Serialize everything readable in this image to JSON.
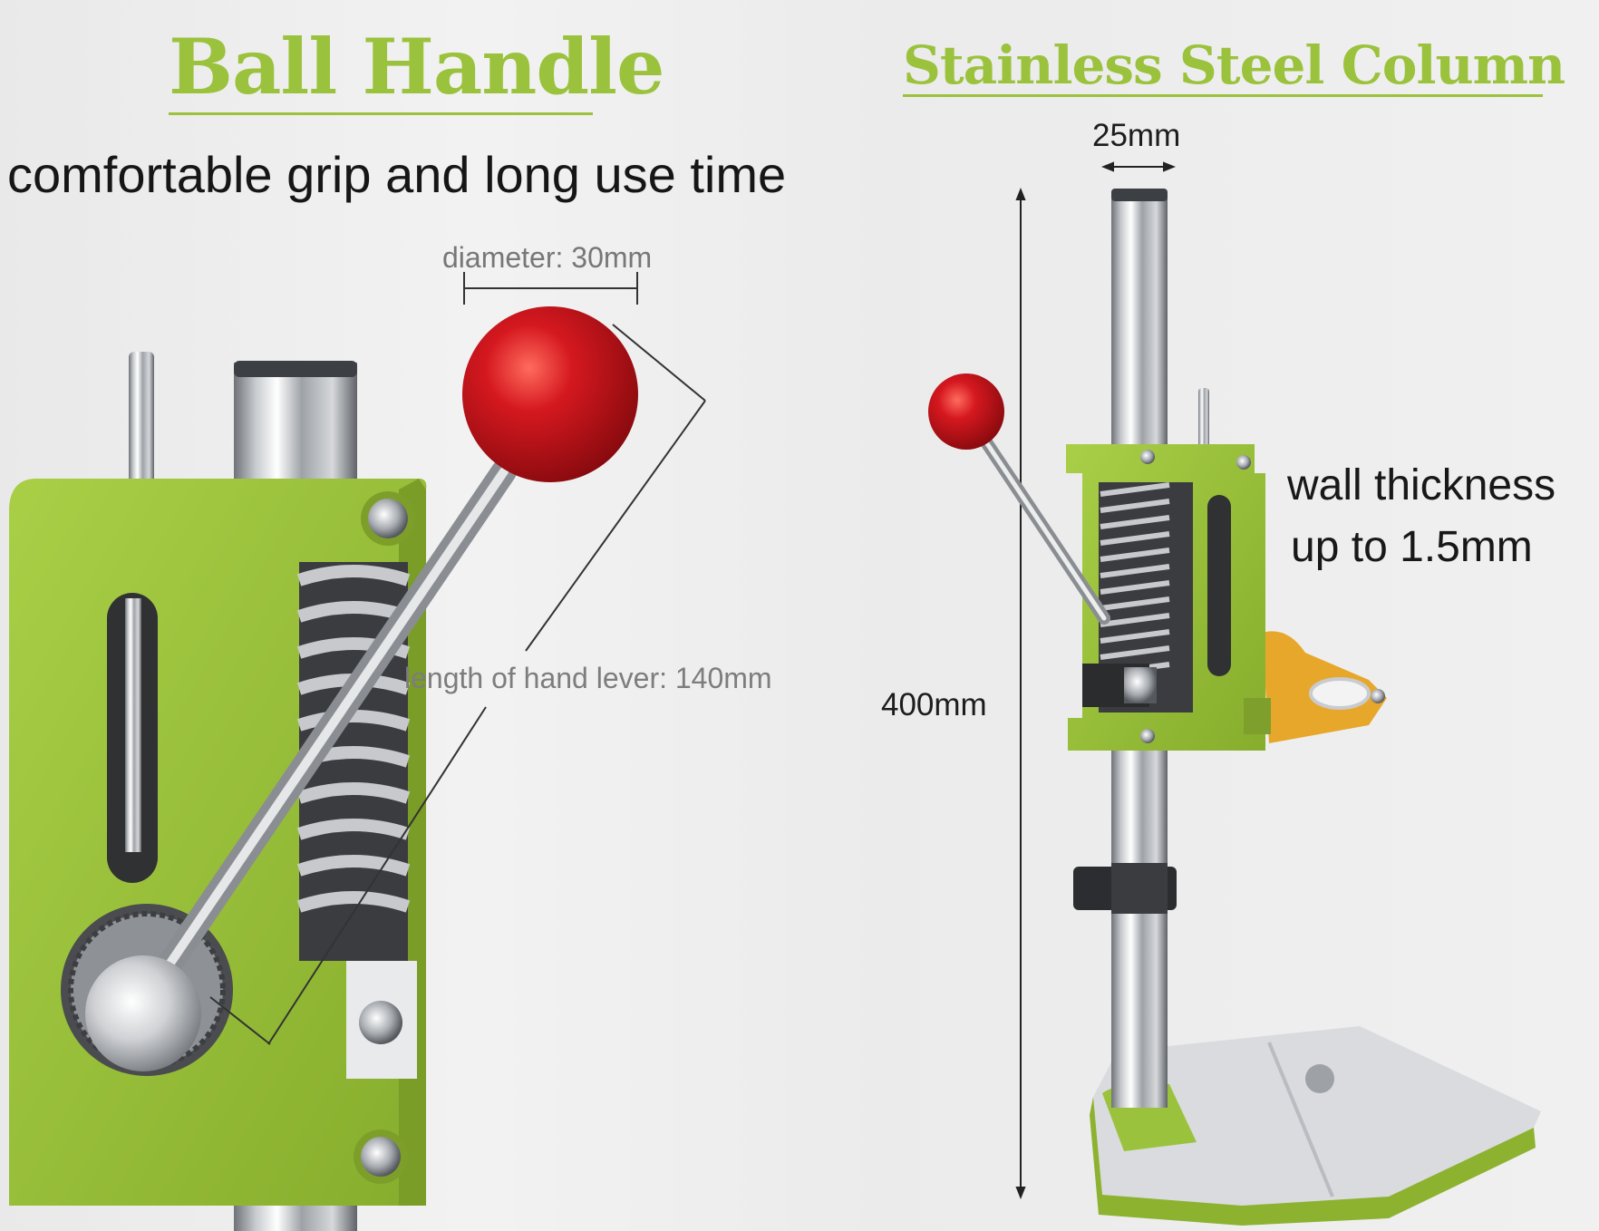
{
  "colors": {
    "accent_green": "#9bc23c",
    "handle_red": "#c8151b",
    "clamp_orange": "#e7a72b"
  },
  "left_panel": {
    "heading": "Ball Handle",
    "subheading": "comfortable grip and long use time",
    "diameter_label": "diameter: 30mm",
    "lever_label": "length of hand lever: 140mm"
  },
  "right_panel": {
    "heading": "Stainless Steel Column",
    "column_diameter_label": "25mm",
    "height_label": "400mm",
    "wall_line1": "wall thickness",
    "wall_line2": "up to 1.5mm"
  }
}
